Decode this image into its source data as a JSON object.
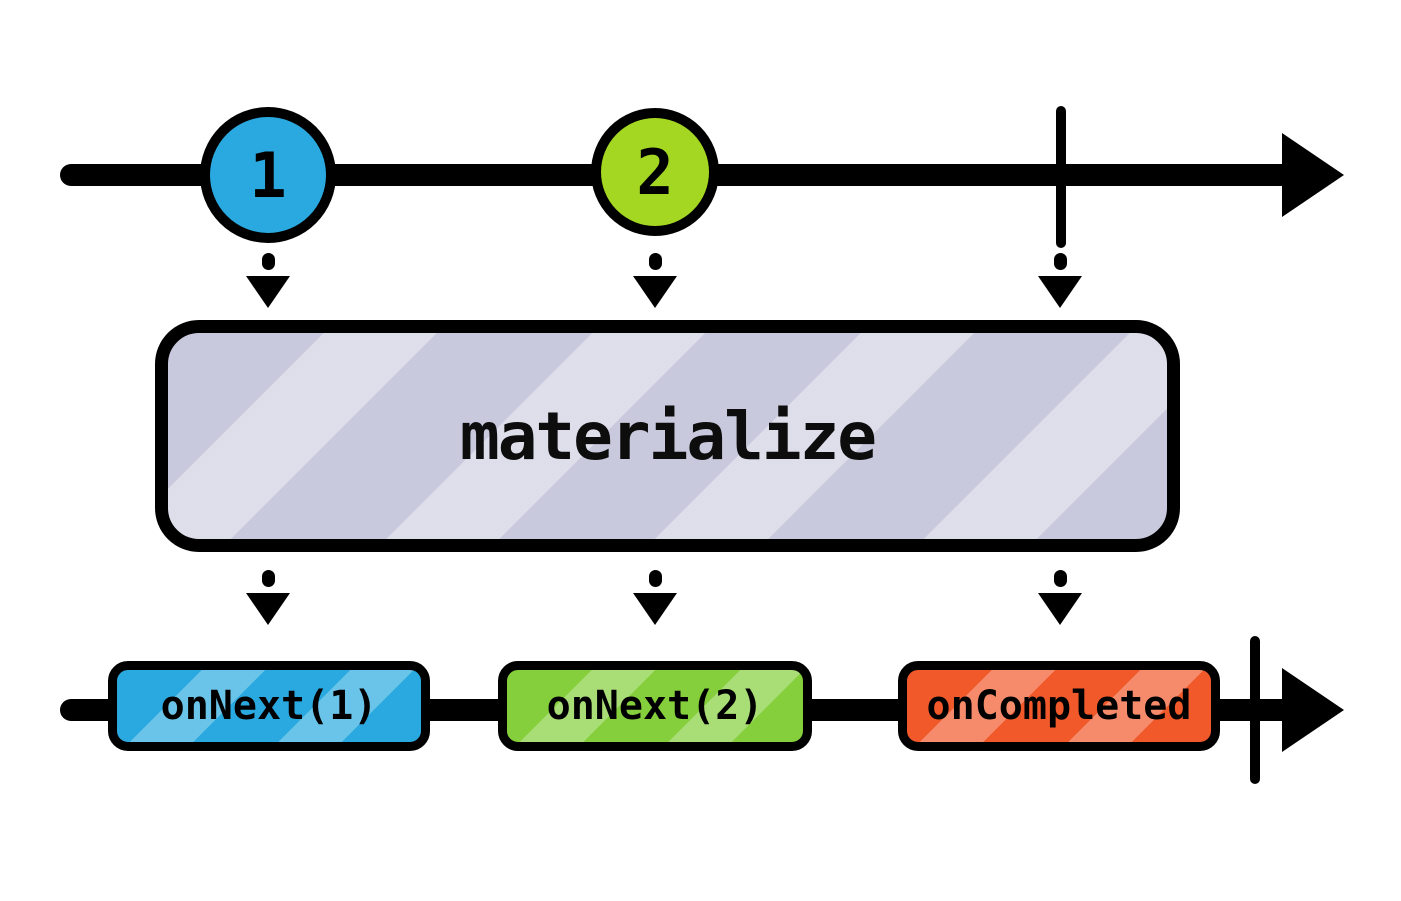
{
  "canvas": {
    "background": "#ffffff",
    "stroke_color": "#000000"
  },
  "source_timeline": {
    "marbles": [
      {
        "label": "1",
        "fill": "#2aa9e0"
      },
      {
        "label": "2",
        "fill": "#a4d722"
      }
    ],
    "has_complete_tick": true
  },
  "operator_box": {
    "label": "materialize",
    "fill": "#c8c9dd",
    "stripe_color": "rgba(255,255,255,0.4)"
  },
  "result_timeline": {
    "events": [
      {
        "label": "onNext(1)",
        "fill": "#2aa9e0"
      },
      {
        "label": "onNext(2)",
        "fill": "#84cf3b"
      },
      {
        "label": "onCompleted",
        "fill": "#f1592b"
      }
    ],
    "has_complete_tick": true
  }
}
